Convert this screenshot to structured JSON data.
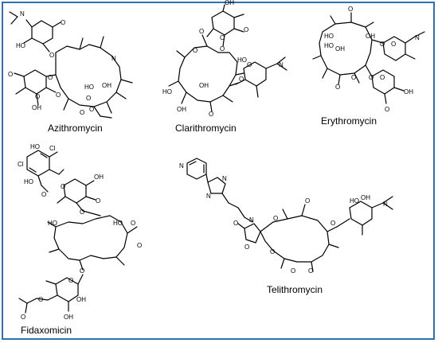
{
  "border_color": "#2f6fb3",
  "molecules": [
    {
      "id": "azithromycin",
      "name": "Azithromycin",
      "atom_labels": [
        "N",
        "HO",
        "O",
        "O",
        "N",
        "O",
        "O",
        "OH",
        "O",
        "O",
        "OH",
        "HO",
        "O",
        "O",
        "O"
      ]
    },
    {
      "id": "clarithromycin",
      "name": "Clarithromycin",
      "atom_labels": [
        "OH",
        "O",
        "O",
        "O",
        "O",
        "O",
        "HO",
        "N",
        "O",
        "O",
        "OH",
        "HO",
        "OH",
        "O"
      ]
    },
    {
      "id": "erythromycin",
      "name": "Erythromycin",
      "atom_labels": [
        "O",
        "OH",
        "HO",
        "N",
        "OH",
        "HO",
        "O",
        "O",
        "O",
        "O",
        "O",
        "O",
        "OH",
        "O"
      ]
    },
    {
      "id": "fidaxomicin",
      "name": "Fidaxomicin",
      "atom_labels": [
        "HO",
        "Cl",
        "Cl",
        "HO",
        "O",
        "O",
        "OH",
        "O",
        "O",
        "HO",
        "O",
        "HO",
        "O",
        "O",
        "O",
        "O",
        "O",
        "OH",
        "OH"
      ]
    },
    {
      "id": "telithromycin",
      "name": "Telithromycin",
      "atom_labels": [
        "N",
        "N",
        "N",
        "O",
        "O",
        "O",
        "OH",
        "N",
        "HO",
        "O",
        "N",
        "O",
        "O",
        "O",
        "O"
      ]
    }
  ]
}
